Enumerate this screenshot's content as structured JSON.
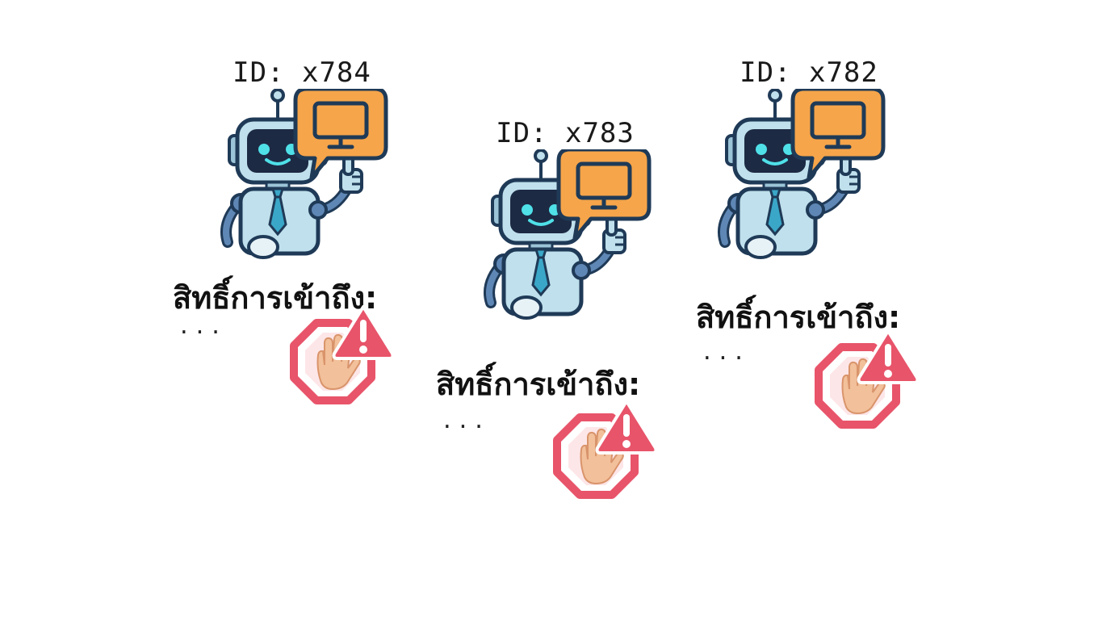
{
  "agents": [
    {
      "id_label": "ID: x784",
      "permission_label": "สิทธิ์การเข้าถึง:",
      "permission_value": "..."
    },
    {
      "id_label": "ID: x783",
      "permission_label": "สิทธิ์การเข้าถึง:",
      "permission_value": "..."
    },
    {
      "id_label": "ID: x782",
      "permission_label": "สิทธิ์การเข้าถึง:",
      "permission_value": "..."
    }
  ],
  "icons": {
    "robot": "robot-icon",
    "speech_bubble": "monitor-speech-bubble-icon",
    "stop": "stop-hand-icon",
    "warning": "warning-icon"
  },
  "colors": {
    "robot_body": "#bfe0ec",
    "robot_outline": "#1f3a57",
    "robot_eyes": "#4fe0e8",
    "bubble": "#f6a54a",
    "tie": "#3aa7c8",
    "stop_red": "#e8546a",
    "hand": "#f2c09a"
  }
}
